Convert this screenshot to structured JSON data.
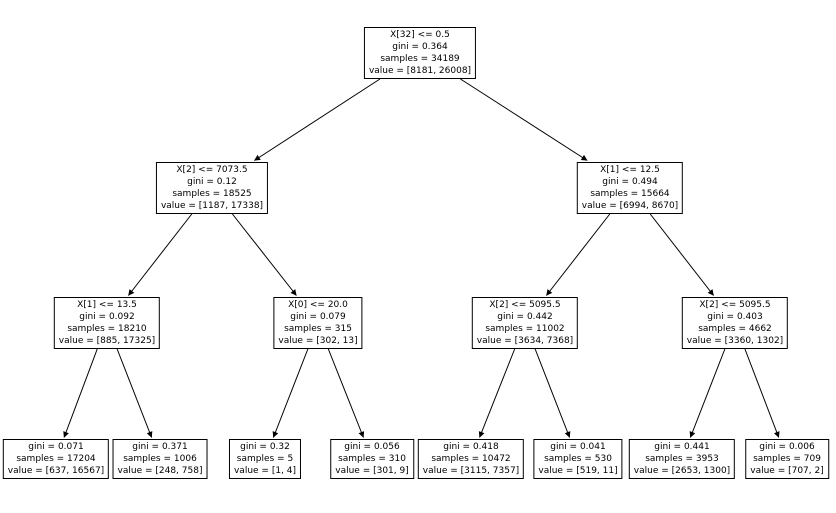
{
  "tree": {
    "nodes": {
      "root": {
        "condition": "X[32] <= 0.5",
        "gini": "gini = 0.364",
        "samples": "samples = 34189",
        "value": "value = [8181, 26008]"
      },
      "l": {
        "condition": "X[2] <= 7073.5",
        "gini": "gini = 0.12",
        "samples": "samples = 18525",
        "value": "value = [1187, 17338]"
      },
      "r": {
        "condition": "X[1] <= 12.5",
        "gini": "gini = 0.494",
        "samples": "samples = 15664",
        "value": "value = [6994, 8670]"
      },
      "ll": {
        "condition": "X[1] <= 13.5",
        "gini": "gini = 0.092",
        "samples": "samples = 18210",
        "value": "value = [885, 17325]"
      },
      "lr": {
        "condition": "X[0] <= 20.0",
        "gini": "gini = 0.079",
        "samples": "samples = 315",
        "value": "value = [302, 13]"
      },
      "rl": {
        "condition": "X[2] <= 5095.5",
        "gini": "gini = 0.442",
        "samples": "samples = 11002",
        "value": "value = [3634, 7368]"
      },
      "rr": {
        "condition": "X[2] <= 5095.5",
        "gini": "gini = 0.403",
        "samples": "samples = 4662",
        "value": "value = [3360, 1302]"
      },
      "lll": {
        "gini": "gini = 0.071",
        "samples": "samples = 17204",
        "value": "value = [637, 16567]"
      },
      "llr": {
        "gini": "gini = 0.371",
        "samples": "samples = 1006",
        "value": "value = [248, 758]"
      },
      "lrl": {
        "gini": "gini = 0.32",
        "samples": "samples = 5",
        "value": "value = [1, 4]"
      },
      "lrr": {
        "gini": "gini = 0.056",
        "samples": "samples = 310",
        "value": "value = [301, 9]"
      },
      "rll": {
        "gini": "gini = 0.418",
        "samples": "samples = 10472",
        "value": "value = [3115, 7357]"
      },
      "rlr": {
        "gini": "gini = 0.041",
        "samples": "samples = 530",
        "value": "value = [519, 11]"
      },
      "rrl": {
        "gini": "gini = 0.441",
        "samples": "samples = 3953",
        "value": "value = [2653, 1300]"
      },
      "rrr": {
        "gini": "gini = 0.006",
        "samples": "samples = 709",
        "value": "value = [707, 2]"
      }
    },
    "edges": [
      [
        "root",
        "l"
      ],
      [
        "root",
        "r"
      ],
      [
        "l",
        "ll"
      ],
      [
        "l",
        "lr"
      ],
      [
        "r",
        "rl"
      ],
      [
        "r",
        "rr"
      ],
      [
        "ll",
        "lll"
      ],
      [
        "ll",
        "llr"
      ],
      [
        "lr",
        "lrl"
      ],
      [
        "lr",
        "lrr"
      ],
      [
        "rl",
        "rll"
      ],
      [
        "rl",
        "rlr"
      ],
      [
        "rr",
        "rrl"
      ],
      [
        "rr",
        "rrr"
      ]
    ],
    "edge_color": "#000000",
    "box_border_color": "#000000",
    "text_color": "#000000"
  }
}
